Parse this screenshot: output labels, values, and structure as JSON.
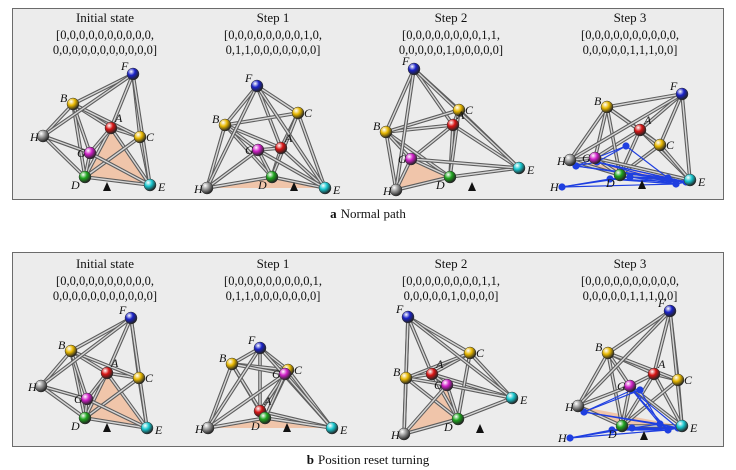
{
  "panel_a": {
    "caption_letter": "a",
    "caption_text": "Normal path",
    "steps": [
      {
        "title": "Initial state",
        "line1": "[0,0,0,0,0,0,0,0,0,0,",
        "line2": "0,0,0,0,0,0,0,0,0,0,0]"
      },
      {
        "title": "Step 1",
        "line1": "[0,0,0,0,0,0,0,0,1,0,",
        "line2": "0,1,1,0,0,0,0,0,0,0]"
      },
      {
        "title": "Step 2",
        "line1": "[0,0,0,0,0,0,0,0,1,1,",
        "line2": "0,0,0,0,0,1,0,0,0,0,0]"
      },
      {
        "title": "Step 3",
        "line1": "[0,0,0,0,0,0,0,0,0,0,",
        "line2": "0,0,0,0,0,1,1,1,0,0]"
      }
    ]
  },
  "panel_b": {
    "caption_letter": "b",
    "caption_text": "Position reset turning",
    "steps": [
      {
        "title": "Initial state",
        "line1": "[0,0,0,0,0,0,0,0,0,0,",
        "line2": "0,0,0,0,0,0,0,0,0,0,0]"
      },
      {
        "title": "Step 1",
        "line1": "[0,0,0,0,0,0,0,0,0,1,",
        "line2": "0,1,1,0,0,0,0,0,0,0]"
      },
      {
        "title": "Step 2",
        "line1": "[0,0,0,0,0,0,0,0,1,1,",
        "line2": "0,0,0,0,0,1,0,0,0,0]"
      },
      {
        "title": "Step 3",
        "line1": "[0,0,0,0,0,0,0,0,0,0,",
        "line2": "0,0,0,0,0,1,1,1,0,0]"
      }
    ]
  },
  "node_labels": [
    "A",
    "B",
    "C",
    "D",
    "E",
    "F",
    "G",
    "H"
  ],
  "colors": {
    "panel_bg": "#ececec",
    "strut": "#8f8f8f",
    "active_strut": "#3a3a3a",
    "triangle": "#f2b894",
    "blue_path": "#1f3fe0",
    "node_A": "#d81515",
    "node_B": "#e8b800",
    "node_C": "#e8b800",
    "node_D": "#1fa51f",
    "node_E": "#18c7cf",
    "node_F": "#1a22c8",
    "node_G": "#d020c8",
    "node_H": "#9a9a9a"
  }
}
